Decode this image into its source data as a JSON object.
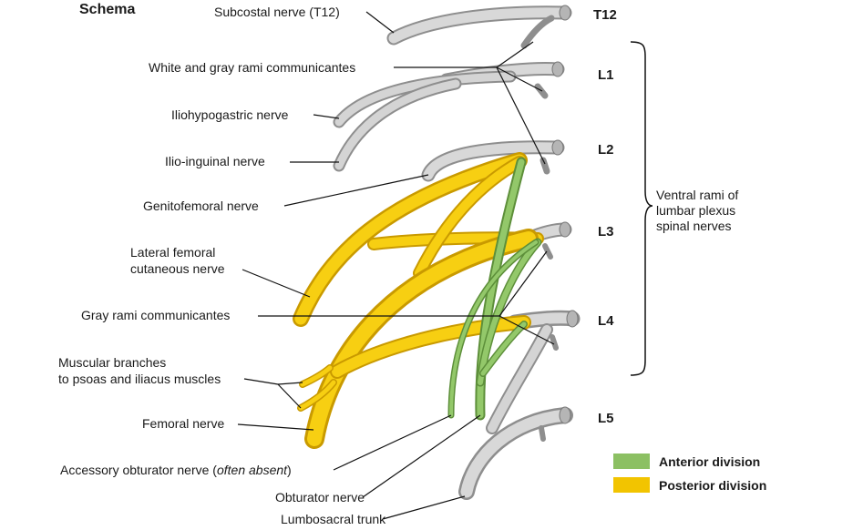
{
  "title": "Schema",
  "levels": [
    "T12",
    "L1",
    "L2",
    "L3",
    "L4",
    "L5"
  ],
  "labels": {
    "subcostal": "Subcostal nerve (T12)",
    "white_gray_rami": "White and gray rami communicantes",
    "iliohypogastric": "Iliohypogastric nerve",
    "ilioinguinal": "Ilio-inguinal nerve",
    "genitofemoral": "Genitofemoral nerve",
    "lateral_femoral_1": "Lateral femoral",
    "lateral_femoral_2": "cutaneous nerve",
    "gray_rami": "Gray rami communicantes",
    "muscular_1": "Muscular branches",
    "muscular_2": "to psoas and iliacus muscles",
    "femoral": "Femoral nerve",
    "accessory_obturator_main": "Accessory obturator nerve (",
    "accessory_obturator_italic": "often absent",
    "accessory_obturator_end": ")",
    "obturator": "Obturator nerve",
    "lumbosacral": "Lumbosacral trunk"
  },
  "bracket": {
    "line1": "Ventral rami of",
    "line2": "lumbar plexus",
    "line3": "spinal nerves"
  },
  "legend": [
    {
      "label": "Anterior division",
      "color": "#8cc063"
    },
    {
      "label": "Posterior division",
      "color": "#f2c400"
    }
  ],
  "colors": {
    "nerve_gray": "#c9c9c9",
    "nerve_gray_dark": "#8e8e8e",
    "anterior": "#8cc063",
    "posterior": "#f2c400",
    "posterior_dark": "#d9a800"
  }
}
